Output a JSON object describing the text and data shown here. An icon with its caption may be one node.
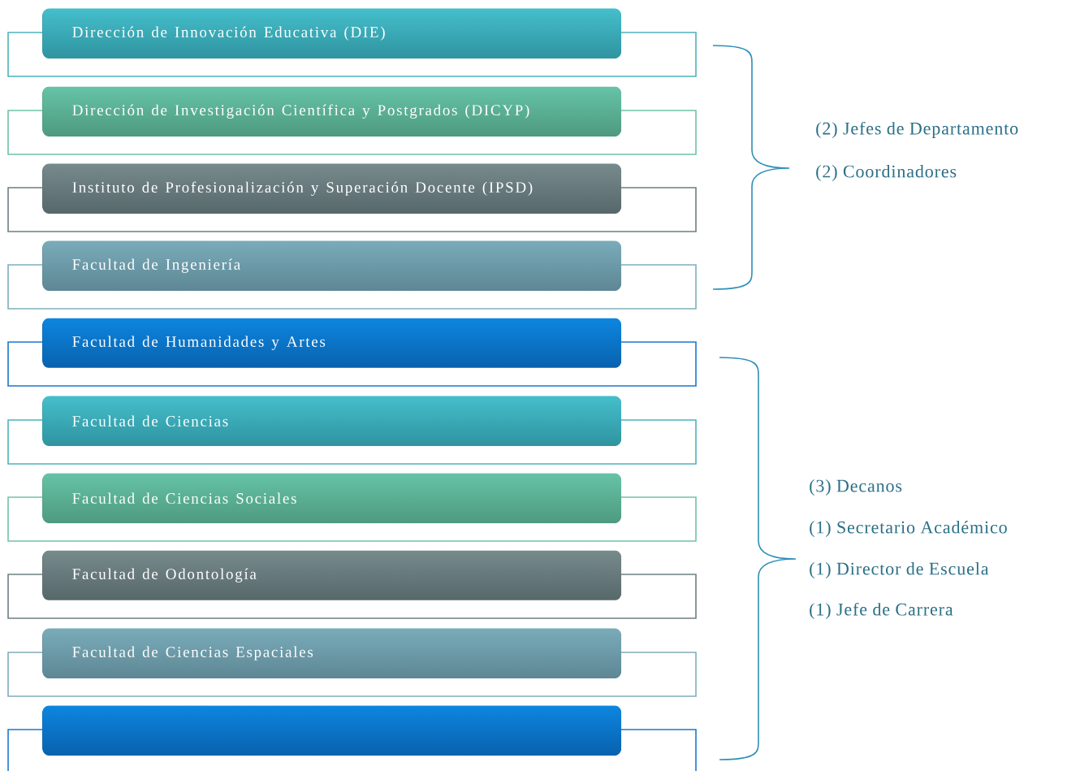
{
  "diagram": {
    "nodes": [
      {
        "text": [
          "Dirección de Innovación Educativa (DIE)"
        ]
      },
      {
        "text": [
          "Dirección de Investigación Científica y Postgrados (DICYP)"
        ]
      },
      {
        "text": [
          "Instituto de Profesionalización y Superación Docente (IPSD)"
        ]
      },
      {
        "text": [
          "Facultad de Ingeniería"
        ]
      },
      {
        "text": [
          "Facultad de Humanidades y Artes"
        ]
      },
      {
        "text": [
          "Facultad de Ciencias"
        ]
      },
      {
        "text": [
          "Facultad de Ciencias Sociales"
        ]
      },
      {
        "text": [
          "Facultad de Odontología"
        ]
      },
      {
        "text": [
          "Facultad de Ciencias Espaciales"
        ]
      },
      {
        "text": [],
        "shape": "bar"
      }
    ],
    "labels": [
      "(2) Jefes de Departamento",
      "(2) Coordinadores",
      "(3) Decanos",
      "(1) Secretario Académico",
      "(1) Director de Escuela",
      "(1) Jefe de Carrera"
    ]
  }
}
